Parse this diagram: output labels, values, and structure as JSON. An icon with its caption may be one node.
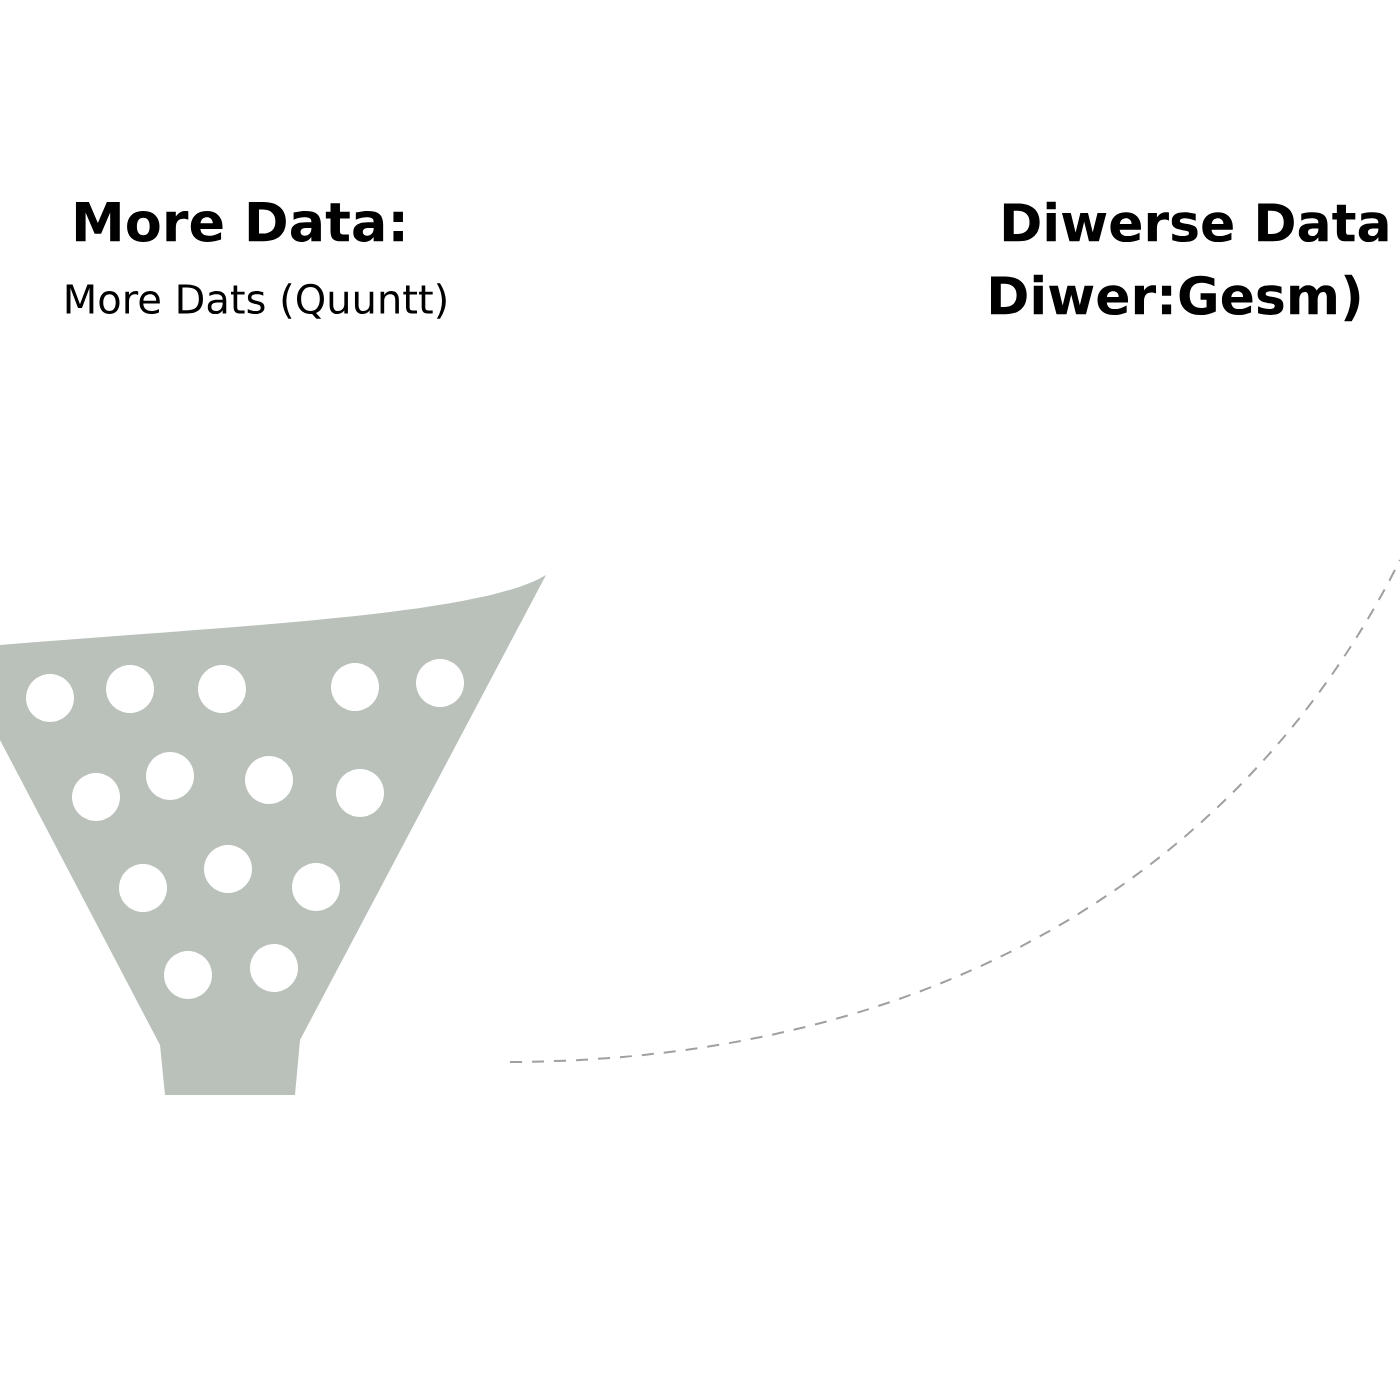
{
  "diagram": {
    "labels": [
      "More Data:",
      "More Dats (Quuntt)",
      "Diwerse Data",
      "Diwer:Gesm)"
    ]
  }
}
